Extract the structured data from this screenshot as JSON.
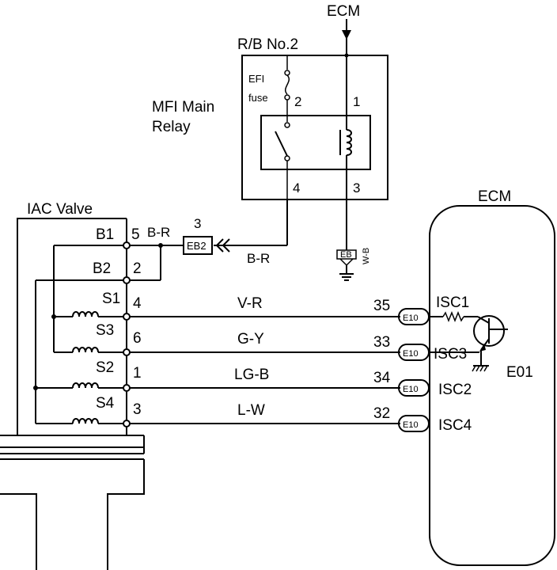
{
  "ecm_top_label": "ECM",
  "rb": {
    "title": "R/B No.2",
    "fuse_line1": "EFI",
    "fuse_line2": "fuse",
    "pin2": "2",
    "pin1": "1",
    "pin4": "4",
    "pin3": "3"
  },
  "relay": {
    "line1": "MFI Main",
    "line2": "Relay"
  },
  "ground_connector": "EB",
  "ground_wire": "W-B",
  "iac": {
    "title": "IAC Valve",
    "b1": "B1",
    "b2": "B2",
    "s1": "S1",
    "s3": "S3",
    "s2": "S2",
    "s4": "S4",
    "pin5": "5",
    "pin2": "2",
    "pin4": "4",
    "pin6": "6",
    "pin1": "1",
    "pin3": "3"
  },
  "eb2": {
    "pin": "3",
    "wire1": "B-R",
    "connector": "EB2",
    "wire2": "B-R"
  },
  "ecm_box": {
    "title": "ECM",
    "connector": "E10",
    "ground": "E01",
    "pins": [
      {
        "wire": "V-R",
        "pin": "35",
        "terminal": "ISC1"
      },
      {
        "wire": "G-Y",
        "pin": "33",
        "terminal": "ISC3"
      },
      {
        "wire": "LG-B",
        "pin": "34",
        "terminal": "ISC2"
      },
      {
        "wire": "L-W",
        "pin": "32",
        "terminal": "ISC4"
      }
    ]
  }
}
